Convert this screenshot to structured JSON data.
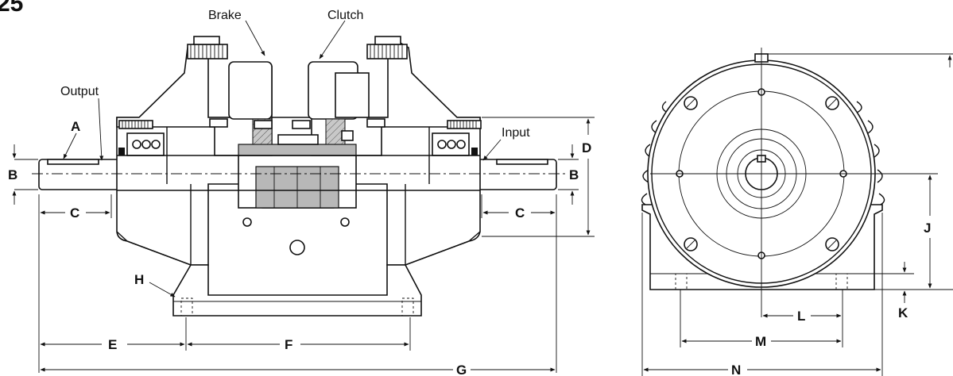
{
  "figure": {
    "number_fragment": "25"
  },
  "callouts": {
    "brake": "Brake",
    "clutch": "Clutch",
    "output": "Output",
    "input": "Input"
  },
  "dimensions": {
    "A": "A",
    "B_left": "B",
    "B_right": "B",
    "C_left": "C",
    "C_right": "C",
    "D": "D",
    "E": "E",
    "F": "F",
    "G": "G",
    "H": "H",
    "J": "J",
    "K": "K",
    "L": "L",
    "M": "M",
    "N": "N"
  }
}
